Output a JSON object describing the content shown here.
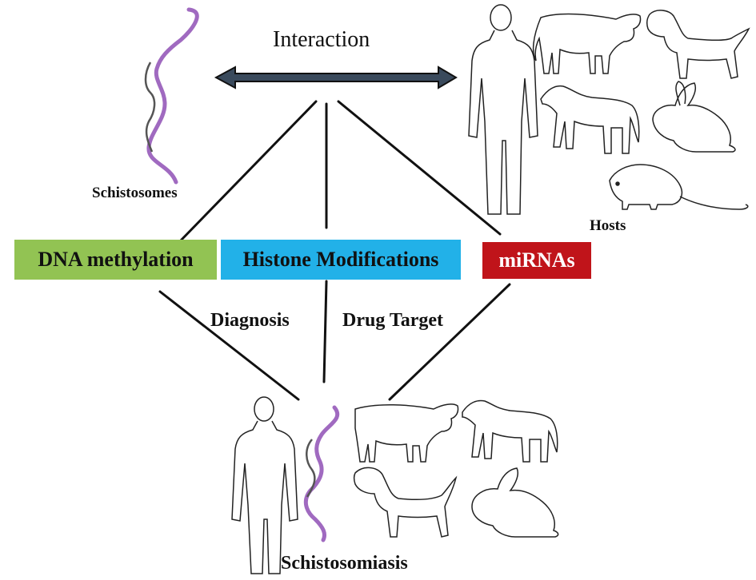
{
  "top_label": "Interaction",
  "parasite_label": "Schistosomes",
  "hosts_label": "Hosts",
  "mechanisms": [
    {
      "label": "DNA methylation",
      "color": "#92c353"
    },
    {
      "label": "Histone Modifications",
      "color": "#22b1e8"
    },
    {
      "label": "miRNAs",
      "color": "#c0141a",
      "text_color": "#ffffff"
    }
  ],
  "applications": [
    "Diagnosis",
    "Drug Target"
  ],
  "bottom_label": "Schistosomiasis",
  "colors": {
    "arrow": "#1f2a3a",
    "worm": "#a06ac0",
    "line": "#111111"
  }
}
